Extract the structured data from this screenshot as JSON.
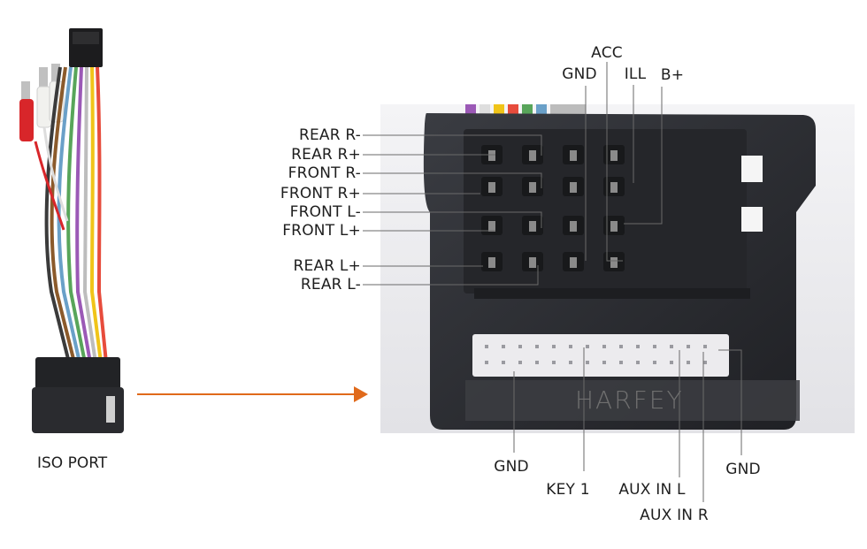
{
  "left_caption": "ISO PORT",
  "watermark": "HARFEY",
  "colors": {
    "arrow": "#e06a1b",
    "leader_line": "#6a6a6a",
    "housing": "#2b2d31",
    "pin_block": "#ecebee"
  },
  "left_labels": [
    "REAR R-",
    "REAR R+",
    "FRONT R-",
    "FRONT R+",
    "FRONT L-",
    "FRONT L+",
    "REAR L+",
    "REAR L-"
  ],
  "top_labels": [
    "GND",
    "ACC",
    "ILL",
    "B+"
  ],
  "bottom_labels": [
    "GND",
    "KEY 1",
    "AUX IN L",
    "AUX IN R",
    "GND"
  ]
}
